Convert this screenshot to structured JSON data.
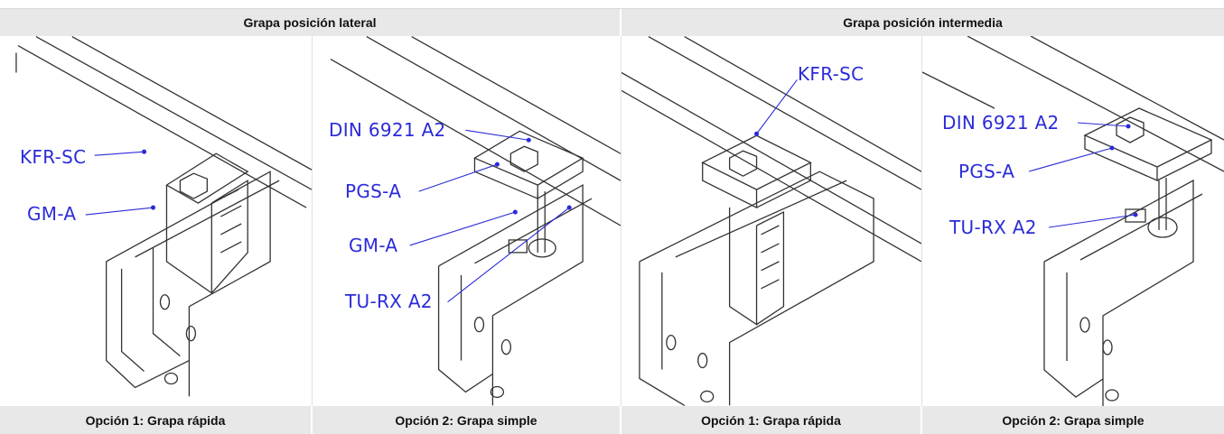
{
  "header": {
    "left": "Grapa posición lateral",
    "right": "Grapa posición intermedia"
  },
  "panels": [
    {
      "callouts": [
        "KFR-SC",
        "GM-A"
      ]
    },
    {
      "callouts": [
        "DIN 6921 A2",
        "PGS-A",
        "GM-A",
        "TU-RX A2"
      ]
    },
    {
      "callouts": [
        "KFR-SC"
      ]
    },
    {
      "callouts": [
        "DIN 6921 A2",
        "PGS-A",
        "TU-RX A2"
      ]
    }
  ],
  "captions": [
    "Opción 1: Grapa rápida",
    "Opción 2: Grapa simple",
    "Opción 1: Grapa rápida",
    "Opción 2: Grapa simple"
  ],
  "colors": {
    "callout": "#2b2bd9",
    "header_bg": "#e8e8e8"
  }
}
